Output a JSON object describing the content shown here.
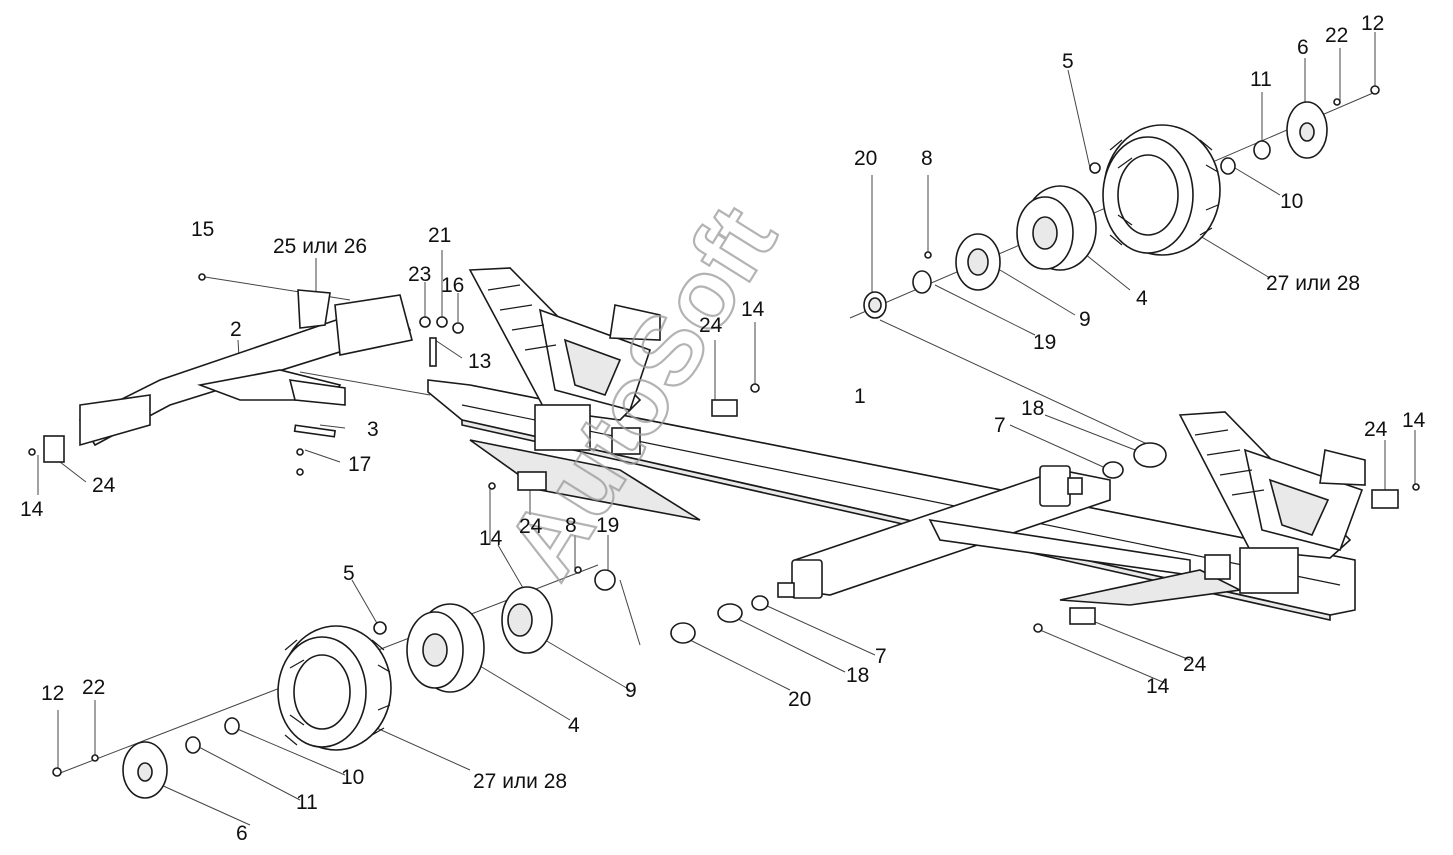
{
  "diagram": {
    "watermark": "AutoSoft",
    "callouts": {
      "c1": "1",
      "c2": "2",
      "c3": "3",
      "c4a": "4",
      "c4b": "4",
      "c5a": "5",
      "c5b": "5",
      "c6a": "6",
      "c6b": "6",
      "c7a": "7",
      "c7b": "7",
      "c8a": "8",
      "c8b": "8",
      "c9a": "9",
      "c9b": "9",
      "c10a": "10",
      "c10b": "10",
      "c11a": "11",
      "c11b": "11",
      "c12a": "12",
      "c12b": "12",
      "c13": "13",
      "c14a": "14",
      "c14b": "14",
      "c14c": "14",
      "c14d": "14",
      "c14e": "14",
      "c15": "15",
      "c16": "16",
      "c17": "17",
      "c18a": "18",
      "c18b": "18",
      "c19a": "19",
      "c19b": "19",
      "c20a": "20",
      "c20b": "20",
      "c21": "21",
      "c22a": "22",
      "c22b": "22",
      "c23": "23",
      "c24a": "24",
      "c24b": "24",
      "c24c": "24",
      "c24d": "24",
      "c24e": "24",
      "c25": "25 или 26",
      "c27a": "27 или 28",
      "c27b": "27 или 28"
    }
  }
}
